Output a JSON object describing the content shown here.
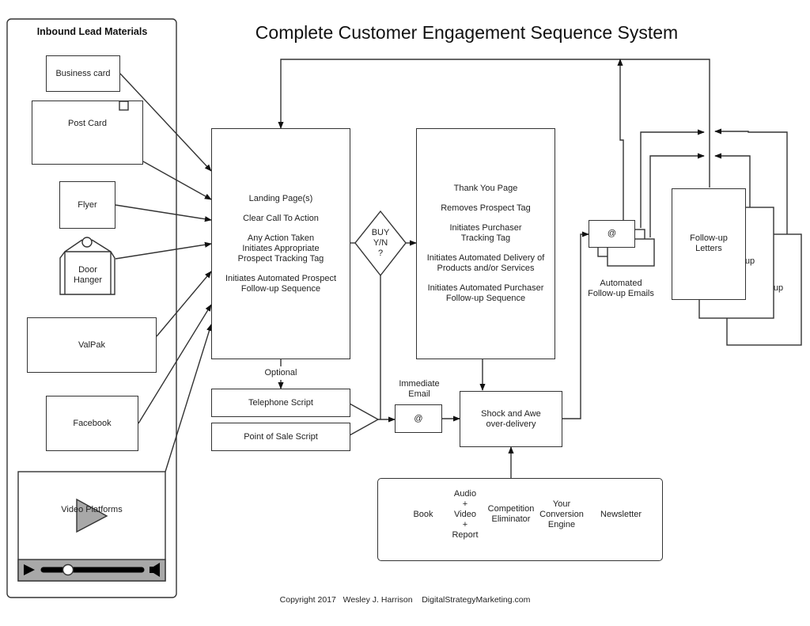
{
  "title": "Complete Customer Engagement Sequence System",
  "inbound_panel": {
    "title": "Inbound Lead Materials",
    "items": [
      {
        "label": "Business card"
      },
      {
        "label": "Post Card"
      },
      {
        "label": "Flyer"
      },
      {
        "label": "Door\nHanger"
      },
      {
        "label": "ValPak"
      },
      {
        "label": "Facebook"
      },
      {
        "label": "Video Platforms"
      }
    ]
  },
  "landing_page": {
    "lines": [
      "Landing Page(s)",
      "Clear Call To Action",
      "Any Action Taken\nInitiates Appropriate\nProspect Tracking Tag",
      "Initiates Automated Prospect\nFollow-up Sequence"
    ]
  },
  "decision": {
    "label": "BUY\nY/N\n?"
  },
  "thank_you_page": {
    "lines": [
      "Thank You Page",
      "Removes Prospect Tag",
      "Initiates Purchaser\nTracking Tag",
      "Initiates Automated Delivery of\nProducts and/or Services",
      "Initiates Automated Purchaser\nFollow-up Sequence"
    ]
  },
  "optional_label": "Optional",
  "scripts": [
    {
      "label": "Telephone Script"
    },
    {
      "label": "Point of Sale Script"
    }
  ],
  "immediate_email": {
    "caption": "Immediate\nEmail",
    "label": "@"
  },
  "shock_and_awe": {
    "label": "Shock and Awe\nover-delivery"
  },
  "automated_emails": {
    "label": "@",
    "caption": "Automated\nFollow-up Emails"
  },
  "follow_up_letters": {
    "label": "Follow-up\nLetters",
    "back_label_1": "up",
    "back_label_2": "up"
  },
  "bonus_items": [
    {
      "label": "Book"
    },
    {
      "label": "Audio\n+\nVideo\n+\nReport"
    },
    {
      "label": "Competition\nEliminator"
    },
    {
      "label": "Your\nConversion\nEngine"
    },
    {
      "label": "Newsletter"
    }
  ],
  "footer": "Copyright 2017   Wesley J. Harrison    DigitalStrategyMarketing.com"
}
